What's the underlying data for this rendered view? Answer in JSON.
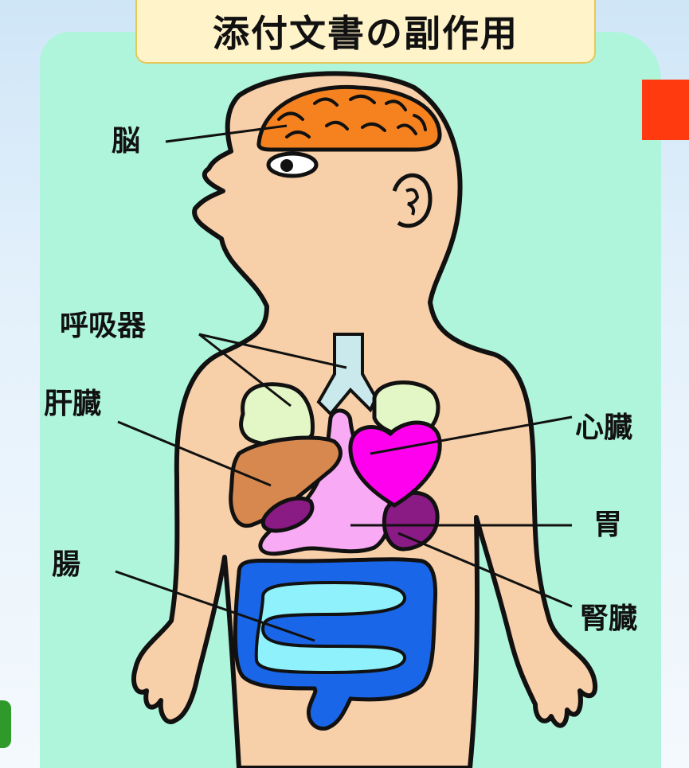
{
  "title": "添付文書の副作用",
  "labels": {
    "brain": "脳",
    "respiratory": "呼吸器",
    "liver": "肝臓",
    "intestine": "腸",
    "heart": "心臓",
    "stomach": "胃",
    "kidney": "腎臓"
  },
  "colors": {
    "background_panel": "#aef5dc",
    "skin": "#f7cfa8",
    "brain": "#f5821f",
    "lung": "#e2f6c6",
    "liver": "#d6884f",
    "heart": "#ff00ee",
    "stomach": "#f8aaf4",
    "kidney": "#8a1a84",
    "intestine_outer": "#1a66e8",
    "intestine_inner": "#8ef1fb",
    "trachea": "#c9e9ec",
    "accent": "#ff3a0f"
  }
}
